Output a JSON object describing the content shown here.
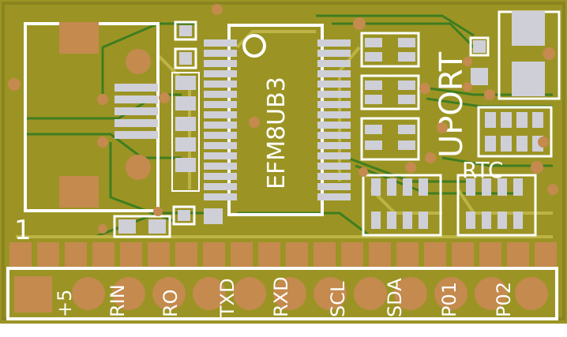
{
  "board": {
    "chip_label": "EFM8UB3",
    "usb_label": "UPORT",
    "rtc_label": "RTC",
    "pin1_marker": "1"
  },
  "colors": {
    "board": "#9b9424",
    "copper_pour": "#a8a12e",
    "trace": "#b7ad40",
    "trace_dark": "#2f7a20",
    "pad": "#c48a4e",
    "smd_pad": "#cfcfd8",
    "silkscreen": "#ffffff"
  },
  "header_pins": [
    "+5",
    "RIN",
    "RO",
    "TXD",
    "RXD",
    "SCL",
    "SDA",
    "P01",
    "P02"
  ]
}
